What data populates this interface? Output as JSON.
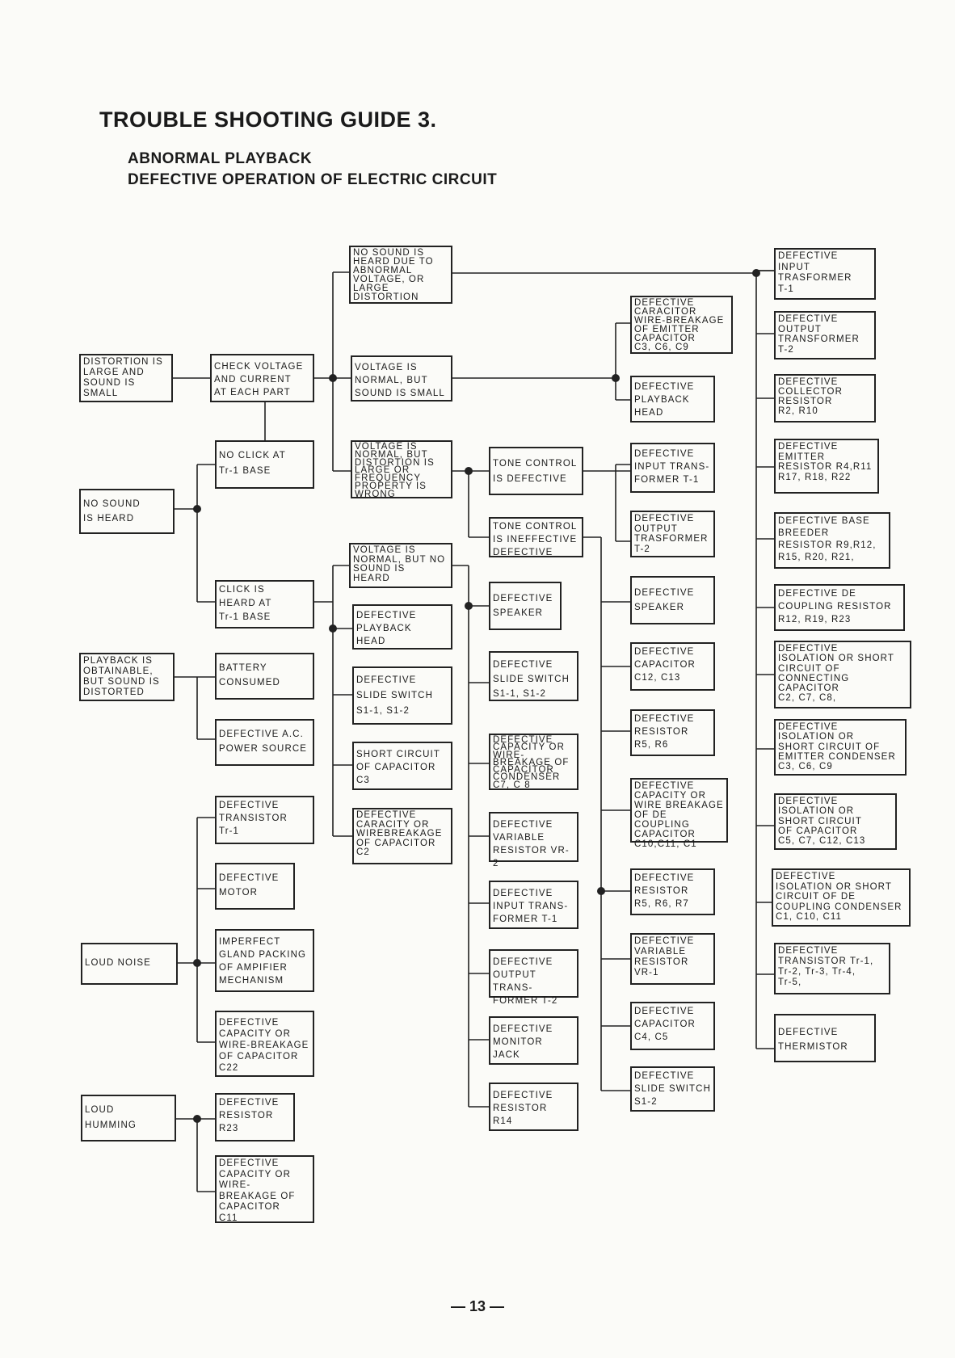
{
  "title": "TROUBLE SHOOTING GUIDE 3.",
  "subtitle": [
    "ABNORMAL PLAYBACK",
    "DEFECTIVE OPERATION OF ELECTRIC CIRCUIT"
  ],
  "page_number": "— 13 —",
  "nodes": {
    "distortion_large": "DISTORTION IS\nLARGE AND\nSOUND IS\nSMALL",
    "check_voltage": "CHECK VOLTAGE\nAND CURRENT\nAT EACH PART",
    "no_sound_abnormal_voltage": "NO SOUND IS\nHEARD DUE TO\nABNORMAL\nVOLTAGE, OR\nLARGE\nDISTORTION",
    "voltage_normal_small": "VOLTAGE IS\nNORMAL, BUT\nSOUND IS SMALL",
    "voltage_normal_distortion": "VOLTAGE IS\nNORMAL, BUT\nDISTORTION IS\nLARGE OR\nFREQUENCY\nPROPERTY IS\nWRONG",
    "no_sound_heard": "NO SOUND\nIS HEARD",
    "no_click": "NO CLICK AT\nTr-1 BASE",
    "click_heard": "CLICK IS\nHEARD AT\nTr-1 BASE",
    "voltage_normal_no_sound": "VOLTAGE IS\nNORMAL, BUT NO\nSOUND IS\nHEARD",
    "def_playback_head_a": "DEFECTIVE\nPLAYBACK\nHEAD",
    "def_slide_switch_a": "DEFECTIVE\nSLIDE SWITCH\nS1-1, S1-2",
    "short_circuit_c3": "SHORT CIRCUIT\nOF CAPACITOR\nC3",
    "def_capacity_c2": "DEFECTIVE\nCARACITY OR\nWIREBREAKAGE\nOF CAPACITOR\nC2",
    "playback_distorted": "PLAYBACK IS\nOBTAINABLE,\nBUT SOUND IS\nDISTORTED",
    "battery_consumed": "BATTERY\nCONSUMED",
    "def_ac_power": "DEFECTIVE A.C.\nPOWER SOURCE",
    "def_transistor_tr1": "DEFECTIVE\nTRANSISTOR\nTr-1",
    "def_motor": "DEFECTIVE\nMOTOR",
    "loud_noise": "LOUD NOISE",
    "imperfect_gland": "IMPERFECT\nGLAND PACKING\nOF AMPIFIER\nMECHANISM",
    "def_capacity_c22": "DEFECTIVE\nCAPACITY OR\nWIRE-BREAKAGE\nOF CAPACITOR\nC22",
    "loud_humming": "LOUD\nHUMMING",
    "def_resistor_r23": "DEFECTIVE\nRESISTOR\nR23",
    "def_capacity_c11": "DEFECTIVE\nCAPACITY OR\nWIRE-\nBREAKAGE OF\nCAPACITOR\nC11",
    "tone_control_defective": "TONE CONTROL\nIS DEFECTIVE",
    "tone_control_ineffective": "TONE CONTROL\nIS INEFFECTIVE\nDEFECTIVE",
    "def_speaker_b": "DEFECTIVE\nSPEAKER",
    "def_slide_switch_b": "DEFECTIVE\nSLIDE SWITCH\nS1-1, S1-2",
    "def_capacity_c7c8": "DEFECTIVE\nCAPACITY OR\nWIRE-\nBREAKAGE OF\nCAPACITOR\nCONDENSER\nC7, C 8",
    "def_variable_vr2": "DEFECTIVE\nVARIABLE\nRESISTOR VR-2",
    "def_input_trans_b": "DEFECTIVE\nINPUT TRANS-\nFORMER T-1",
    "def_output_trans_b": "DEFECTIVE\nOUTPUT TRANS-\nFORMER T-2",
    "def_monitor_jack": "DEFECTIVE\nMONITOR\nJACK",
    "def_resistor_r14": "DEFECTIVE\nRESISTOR\nR14",
    "def_caracitor_c3c6c9": "DEFECTIVE\nCARACITOR\nWIRE-BREAKAGE\nOF EMITTER\nCAPACITOR\nC3, C6, C9",
    "def_playback_head_c": "DEFECTIVE\nPLAYBACK\nHEAD",
    "def_input_trans_c": "DEFECTIVE\nINPUT TRANS-\nFORMER T-1",
    "def_output_trasformer_c": "DEFECTIVE\nOUTPUT\nTRASFORMER\nT-2",
    "def_speaker_c": "DEFECTIVE\nSPEAKER",
    "def_capacitor_c12c13": "DEFECTIVE\nCAPACITOR\nC12, C13",
    "def_resistor_r5r6": "DEFECTIVE\nRESISTOR\nR5, R6",
    "def_capacity_coupling": "DEFECTIVE\nCAPACITY OR\nWIRE BREAKAGE\nOF DE COUPLING\nCAPACITOR\nC10,C11, C1",
    "def_resistor_r5r6r7": "DEFECTIVE\nRESISTOR\nR5, R6, R7",
    "def_variable_vr1": "DEFECTIVE\nVARIABLE\nRESISTOR\nVR-1",
    "def_capacitor_c4c5": "DEFECTIVE\nCAPACITOR\nC4, C5",
    "def_slide_switch_s12": "DEFECTIVE\nSLIDE SWITCH\nS1-2",
    "def_input_trasformer_d": "DEFECTIVE\nINPUT\nTRASFORMER\nT-1",
    "def_output_transformer_d": "DEFECTIVE\nOUTPUT\nTRANSFORMER\nT-2",
    "def_collector_resistor": "DEFECTIVE\nCOLLECTOR\nRESISTOR\nR2, R10",
    "def_emitter_resistor": "DEFECTIVE\nEMITTER\nRESISTOR R4,R11\nR17, R18, R22",
    "def_base_breeder": "DEFECTIVE BASE\nBREEDER\nRESISTOR R9,R12,\nR15, R20, R21,",
    "def_de_coupling_resistor": "DEFECTIVE DE\nCOUPLING RESISTOR\nR12, R19, R23",
    "def_isolation_capacitor": "DEFECTIVE\nISOLATION OR SHORT\nCIRCUIT OF\nCONNECTING\nCAPACITOR\nC2, C7, C8,",
    "def_isolation_emitter": "DEFECTIVE\nISOLATION OR\nSHORT CIRCUIT OF\nEMITTER CONDENSER\nC3, C6, C9",
    "def_isolation_c5": "DEFECTIVE\nISOLATION OR\nSHORT CIRCUIT\nOF CAPACITOR\nC5, C7, C12, C13",
    "def_isolation_de_coupling": "DEFECTIVE\nISOLATION OR SHORT\nCIRCUIT OF DE\nCOUPLING CONDENSER\nC1, C10, C11",
    "def_transistor_all": "DEFECTIVE\nTRANSISTOR Tr-1,\nTr-2, Tr-3, Tr-4,\nTr-5,",
    "def_thermistor": "DEFECTIVE\nTHERMISTOR"
  }
}
